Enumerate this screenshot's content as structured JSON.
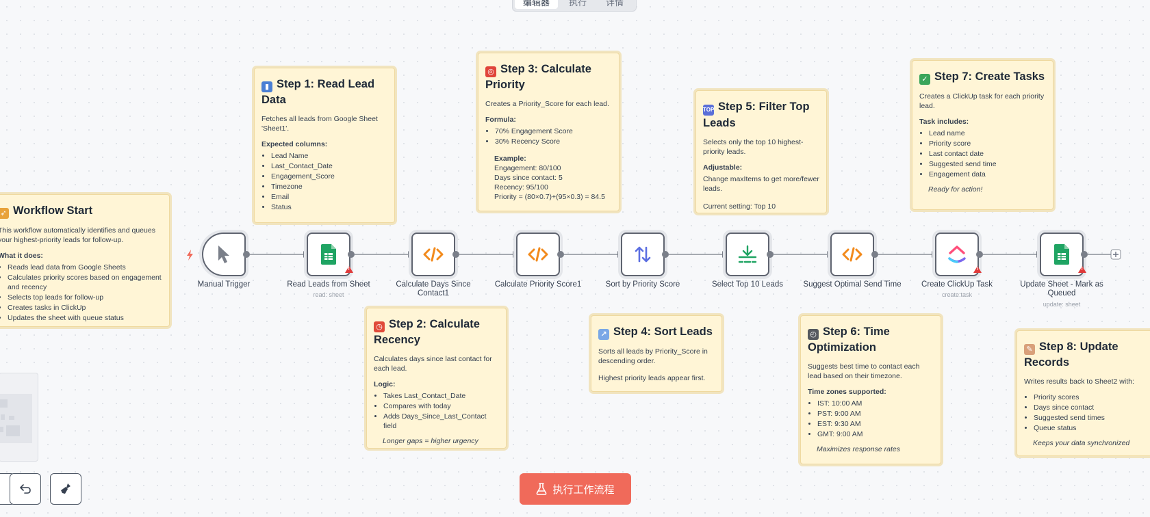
{
  "tabs": [
    "编辑器",
    "执行",
    "详情"
  ],
  "notes": {
    "start": {
      "title": "Workflow Start",
      "desc": "This workflow automatically identifies and queues your highest-priority leads for follow-up.",
      "what_label": "What it does:",
      "items": [
        "Reads lead data from Google Sheets",
        "Calculates priority scores based on engagement and recency",
        "Selects top leads for follow-up",
        "Creates tasks in ClickUp",
        "Updates the sheet with queue status"
      ]
    },
    "step1": {
      "title": "Step 1: Read Lead Data",
      "desc": "Fetches all leads from Google Sheet 'Sheet1'.",
      "label": "Expected columns:",
      "items": [
        "Lead Name",
        "Last_Contact_Date",
        "Engagement_Score",
        "Timezone",
        "Email",
        "Status"
      ]
    },
    "step2": {
      "title": "Step 2: Calculate Recency",
      "desc": "Calculates days since last contact for each lead.",
      "label": "Logic:",
      "items": [
        "Takes Last_Contact_Date",
        "Compares with today",
        "Adds Days_Since_Last_Contact field"
      ],
      "footer": "Longer gaps = higher urgency"
    },
    "step3": {
      "title": "Step 3: Calculate Priority",
      "desc": "Creates a Priority_Score for each lead.",
      "label": "Formula:",
      "items": [
        "70% Engagement Score",
        "30% Recency Score"
      ],
      "example_label": "Example:",
      "example": [
        "Engagement: 80/100",
        "Days since contact: 5",
        "Recency: 95/100",
        "Priority = (80×0.7)+(95×0.3) = 84.5"
      ]
    },
    "step4": {
      "title": "Step 4: Sort Leads",
      "desc": "Sorts all leads by Priority_Score in descending order.",
      "desc2": "Highest priority leads appear first."
    },
    "step5": {
      "title": "Step 5: Filter Top Leads",
      "desc": "Selects only the top 10 highest-priority leads.",
      "label": "Adjustable:",
      "adjust": "Change maxItems to get more/fewer leads.",
      "current": "Current setting: Top 10"
    },
    "step6": {
      "title": "Step 6: Time Optimization",
      "desc": "Suggests best time to contact each lead based on their timezone.",
      "label": "Time zones supported:",
      "items": [
        "IST: 10:00 AM",
        "PST: 9:00 AM",
        "EST: 9:30 AM",
        "GMT: 9:00 AM"
      ],
      "footer": "Maximizes response rates"
    },
    "step7": {
      "title": "Step 7: Create Tasks",
      "desc": "Creates a ClickUp task for each priority lead.",
      "label": "Task includes:",
      "items": [
        "Lead name",
        "Priority score",
        "Last contact date",
        "Suggested send time",
        "Engagement data"
      ],
      "footer": "Ready for action!"
    },
    "step8": {
      "title": "Step 8: Update Records",
      "desc": "Writes results back to Sheet2 with:",
      "items": [
        "Priority scores",
        "Days since contact",
        "Suggested send times",
        "Queue status"
      ],
      "footer": "Keeps your data synchronized"
    }
  },
  "nodes": [
    {
      "label": "Manual Trigger",
      "sub": "",
      "icon": "cursor-icon"
    },
    {
      "label": "Read Leads from Sheet",
      "sub": "read: sheet",
      "icon": "google-sheets-icon"
    },
    {
      "label": "Calculate Days Since Contact1",
      "sub": "",
      "icon": "code-icon"
    },
    {
      "label": "Calculate Priority Score1",
      "sub": "",
      "icon": "code-icon"
    },
    {
      "label": "Sort by Priority Score",
      "sub": "",
      "icon": "sort-icon"
    },
    {
      "label": "Select Top 10 Leads",
      "sub": "",
      "icon": "limit-icon"
    },
    {
      "label": "Suggest Optimal Send Time",
      "sub": "",
      "icon": "code-icon"
    },
    {
      "label": "Create ClickUp Task",
      "sub": "create:task",
      "icon": "clickup-icon"
    },
    {
      "label": "Update Sheet - Mark as Queued",
      "sub": "update: sheet",
      "icon": "google-sheets-icon"
    }
  ],
  "run_button": "执行工作流程",
  "colors": {
    "accent": "#f06a5a",
    "note_bg": "#fff5d6",
    "sheets_green": "#1fa463",
    "code_orange": "#f28a1c",
    "sort_blue": "#5b6ee1"
  }
}
